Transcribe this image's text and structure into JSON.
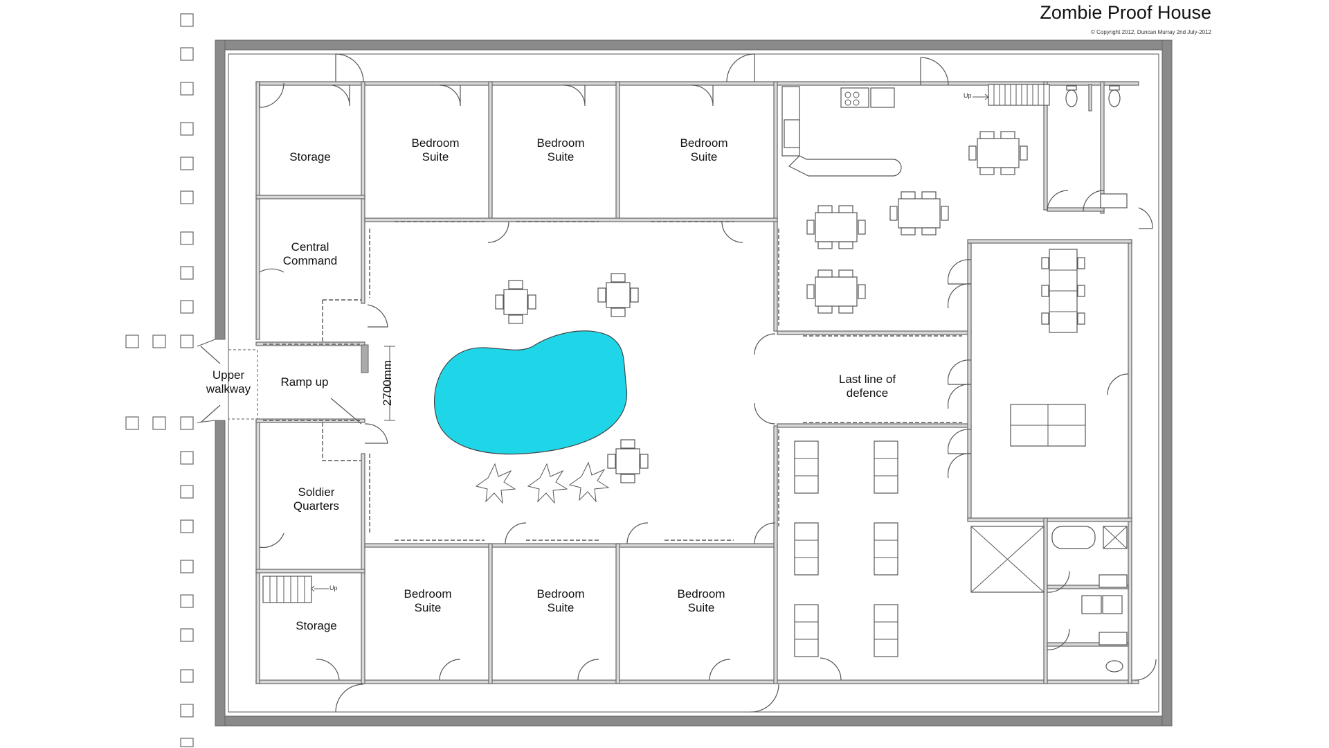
{
  "title": "Zombie Proof House",
  "copyright": "© Copyright 2012, Duncan Murray 2nd July-2012",
  "rooms": {
    "storage_top": "Storage",
    "central_command_1": "Central",
    "central_command_2": "Command",
    "ramp_up": "Ramp up",
    "upper_walkway_1": "Upper",
    "upper_walkway_2": "walkway",
    "soldier_quarters_1": "Soldier",
    "soldier_quarters_2": "Quarters",
    "storage_bottom": "Storage",
    "bedroom_1": "Bedroom",
    "bedroom_2": "Suite",
    "last_line_1": "Last line of",
    "last_line_2": "defence"
  },
  "dimension_label": "2700mm",
  "stair_label": "Up",
  "colors": {
    "pool": "#1fd6e8",
    "outer_wall": "#8a8a8a",
    "line": "#555555"
  }
}
